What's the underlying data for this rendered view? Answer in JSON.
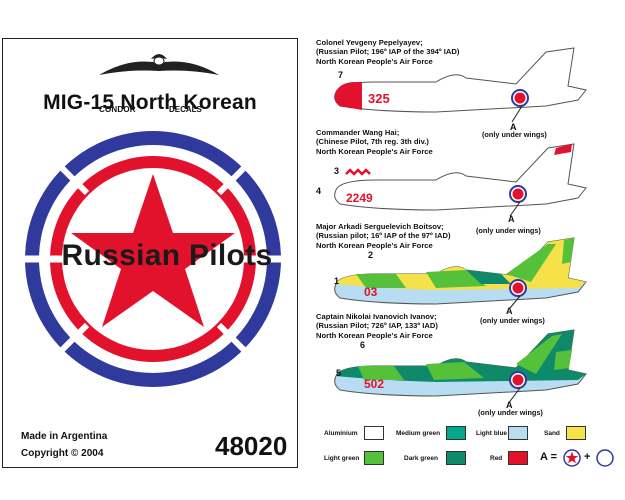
{
  "card": {
    "logo_left": "CONDOR",
    "logo_right": "DECALS",
    "title": "MIG-15 North Korean",
    "big_text": "Russian Pilots",
    "made_in": "Made in Argentina",
    "copyright": "Copyright  ©  2004",
    "catalog_number": "48020"
  },
  "colors": {
    "aluminium": "#ffffff",
    "medium_green": "#00a88f",
    "light_blue": "#b8dcf2",
    "sand": "#f7e14a",
    "light_green": "#55c03a",
    "dark_green": "#0e8a6a",
    "red": "#e3122c",
    "blue": "#2f3a9c"
  },
  "planes": [
    {
      "caption": [
        "Colonel Yevgeny Pepelyayev;",
        "(Russian Pilot; 196º IAP of the 394º IAD)",
        "North Korean People's Air Force"
      ],
      "serial": "325",
      "callouts": [
        "7"
      ],
      "pointer": "A",
      "note": "(only under wings)"
    },
    {
      "caption": [
        "Commander Wang Hai;",
        "(Chinese Pilot, 7th reg. 3th div.)",
        "North Korean People's Air Force"
      ],
      "serial": "2249",
      "callouts": [
        "3",
        "4"
      ],
      "pointer": "A",
      "note": ""
    },
    {
      "caption": [
        "Major Arkadi Serguelevich Boitsov;",
        "(Russian pilot; 16º IAP of the 97º IAD)",
        "North Korean People's Air Force"
      ],
      "serial": "03",
      "callouts": [
        "2",
        "1"
      ],
      "pointer": "A",
      "note_top": "(only under wings)",
      "note": "(only under wings)"
    },
    {
      "caption": [
        "Captain Nikolai Ivanovich Ivanov;",
        "(Russian Pilot; 726º IAP, 133º IAD)",
        "North Korean People's Air Force"
      ],
      "serial": "502",
      "callouts": [
        "6",
        "5"
      ],
      "pointer": "A",
      "note": "(only under wings)"
    }
  ],
  "legend": {
    "items": [
      "Aluminium",
      "Medium green",
      "Light blue",
      "Sand",
      "Light green",
      "Dark green",
      "Red"
    ],
    "marking_label": "A =",
    "plus": "+"
  }
}
